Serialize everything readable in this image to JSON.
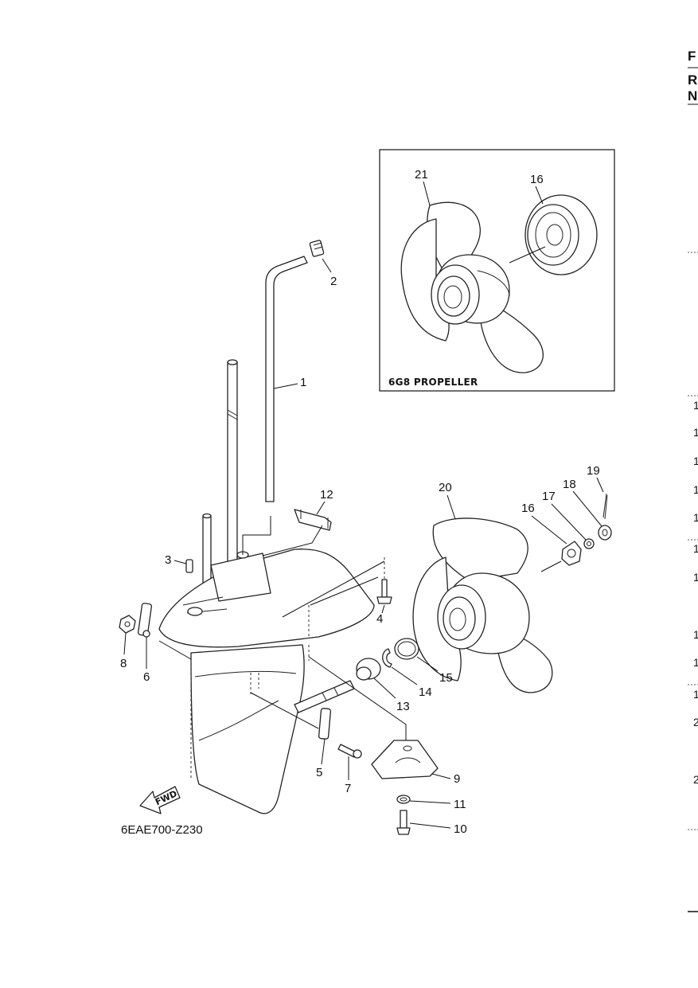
{
  "diagram": {
    "code": "6EAE700-Z230",
    "inset_title": "6G8 PROPELLER",
    "fwd_label": "FWD",
    "callouts": [
      "1",
      "2",
      "3",
      "4",
      "5",
      "6",
      "7",
      "8",
      "9",
      "10",
      "11",
      "12",
      "13",
      "14",
      "15",
      "16",
      "17",
      "18",
      "19",
      "20",
      "21"
    ],
    "inset_callouts": [
      "21",
      "16"
    ]
  },
  "right_edge": {
    "header_letters": [
      "F",
      "R",
      "N"
    ],
    "row_digits": [
      "1",
      "1",
      "1",
      "1",
      "1",
      "1",
      "1",
      "1",
      "1",
      "1",
      "2",
      "2"
    ]
  }
}
